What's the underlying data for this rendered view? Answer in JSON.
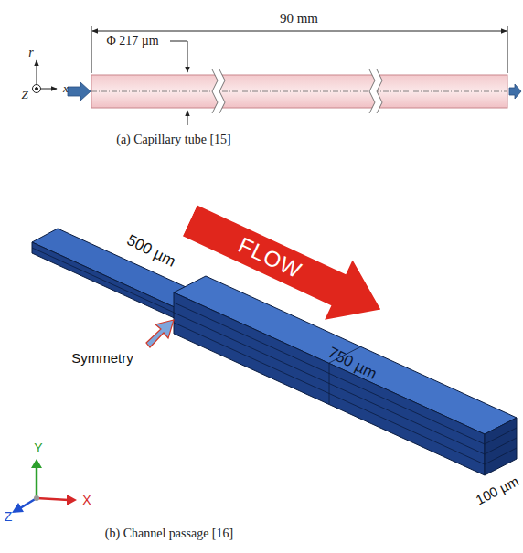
{
  "diagram": {
    "nodes": [
      {
        "text": [
          "FLOW"
        ]
      }
    ],
    "labels": [
      "90 mm",
      "Φ 217 µm",
      "r",
      "x",
      "Z",
      "(a) Capillary tube [15]",
      "500 µm",
      "750 µm",
      "Symmetry",
      "100 µm",
      "Y",
      "X",
      "Z",
      "(b) Channel passage [16]"
    ]
  }
}
